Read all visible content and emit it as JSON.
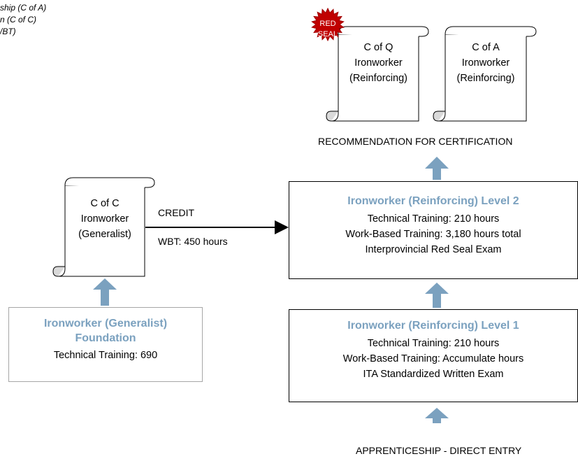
{
  "legend": [
    "ship (C of A)",
    "n (C of C)",
    "/BT)"
  ],
  "certificates": {
    "coq": {
      "lines": [
        "C of Q",
        "Ironworker",
        "(Reinforcing)"
      ],
      "seal": [
        "RED",
        "SEAL"
      ]
    },
    "coa": {
      "lines": [
        "C of A",
        "Ironworker",
        "(Reinforcing)"
      ]
    },
    "coc": {
      "lines": [
        "C of C",
        "Ironworker",
        "(Generalist)"
      ]
    }
  },
  "recommendation": "RECOMMENDATION FOR CERTIFICATION",
  "credit": {
    "label": "CREDIT",
    "wbt": "WBT:  450 hours"
  },
  "level2": {
    "title": "Ironworker (Reinforcing) Level 2",
    "lines": [
      "Technical Training: 210 hours",
      "Work-Based Training:  3,180 hours total",
      "Interprovincial Red Seal Exam"
    ]
  },
  "level1": {
    "title": "Ironworker (Reinforcing) Level 1",
    "lines": [
      "Technical Training: 210 hours",
      "Work-Based Training: Accumulate hours",
      "ITA Standardized Written Exam"
    ]
  },
  "foundation": {
    "title_line1": "Ironworker (Generalist)",
    "title_line2": "Foundation",
    "training": "Technical Training:  690"
  },
  "entry": "APPRENTICESHIP - DIRECT ENTRY",
  "colors": {
    "arrow": "#7ba1bf",
    "title": "#7ba1bf",
    "seal": "#c00000",
    "scroll_curl": "#d9d9d9"
  }
}
